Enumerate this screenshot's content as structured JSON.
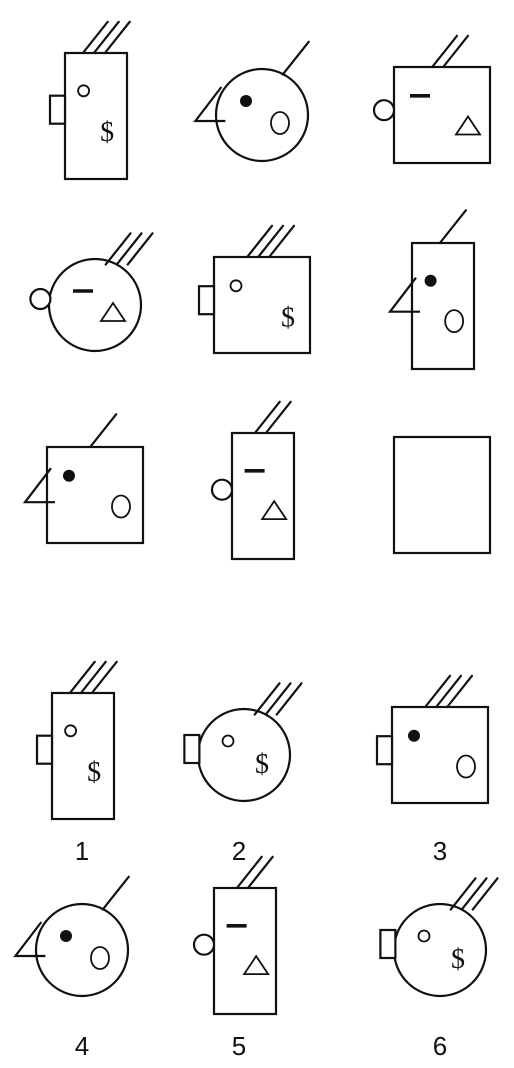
{
  "puzzle": {
    "matrix": [
      {
        "shape": "rect-tall",
        "hair": 3,
        "hair_dir": "right",
        "ear": "rect-left",
        "eye": "open",
        "mark": "dollar"
      },
      {
        "shape": "circle",
        "hair": 1,
        "hair_dir": "right",
        "ear": "triangle-left",
        "eye": "filled",
        "mark": "oval"
      },
      {
        "shape": "rect-square",
        "hair": 2,
        "hair_dir": "right",
        "ear": "circle-left",
        "eye": "dash",
        "mark": "triangle"
      },
      {
        "shape": "circle",
        "hair": 3,
        "hair_dir": "right",
        "ear": "circle-left",
        "eye": "dash",
        "mark": "triangle"
      },
      {
        "shape": "rect-square",
        "hair": 3,
        "hair_dir": "right",
        "ear": "rect-left",
        "eye": "open",
        "mark": "dollar"
      },
      {
        "shape": "rect-tall",
        "hair": 1,
        "hair_dir": "right",
        "ear": "triangle-left",
        "eye": "filled",
        "mark": "oval"
      },
      {
        "shape": "rect-square",
        "hair": 1,
        "hair_dir": "right",
        "ear": "triangle-left",
        "eye": "filled",
        "mark": "oval"
      },
      {
        "shape": "rect-tall",
        "hair": 2,
        "hair_dir": "right",
        "ear": "circle-left",
        "eye": "dash",
        "mark": "triangle"
      },
      {
        "shape": "blank",
        "hair": 0
      }
    ],
    "options": [
      {
        "label": "1",
        "shape": "rect-tall",
        "hair": 3,
        "ear": "rect-left",
        "eye": "open",
        "mark": "dollar"
      },
      {
        "label": "2",
        "shape": "circle",
        "hair": 3,
        "ear": "rect-left",
        "eye": "open",
        "mark": "dollar"
      },
      {
        "label": "3",
        "shape": "rect-square",
        "hair": 3,
        "ear": "rect-left",
        "eye": "filled",
        "mark": "oval"
      },
      {
        "label": "4",
        "shape": "circle",
        "hair": 1,
        "ear": "triangle-left",
        "eye": "filled",
        "mark": "oval"
      },
      {
        "label": "5",
        "shape": "rect-tall",
        "hair": 2,
        "ear": "circle-left",
        "eye": "dash",
        "mark": "triangle"
      },
      {
        "label": "6",
        "shape": "circle",
        "hair": 3,
        "ear": "rect-left",
        "eye": "open",
        "mark": "dollar"
      }
    ],
    "dollar_glyph": "$"
  }
}
